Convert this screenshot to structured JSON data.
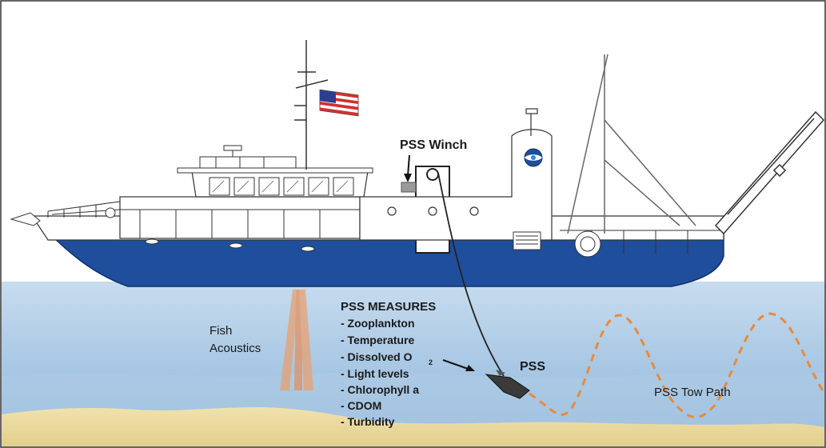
{
  "labels": {
    "pss_winch": "PSS Winch",
    "pss_measures_title": "PSS MEASURES",
    "measures": [
      "- Zooplankton",
      "- Temperature",
      "- Dissolved O",
      "- Light levels",
      "- Chlorophyll a",
      "- CDOM",
      "- Turbidity"
    ],
    "o2_subscript": "2",
    "fish_acoustics_line1": "Fish",
    "fish_acoustics_line2": "Acoustics",
    "pss": "PSS",
    "pss_tow_path": "PSS Tow Path"
  },
  "colors": {
    "hull_blue": "#1f4e9c",
    "water_top": "#b8d3ea",
    "water_bottom": "#8fb6db",
    "seafloor": "#e8d9a0",
    "tow_path": "#e98a3a",
    "acoustic_beam": "#e8a070",
    "flag_red": "#d32f2f",
    "flag_blue": "#2c3e8f"
  },
  "icons": {
    "agency_logo": "noaa-logo-icon",
    "flag": "us-flag-icon"
  }
}
